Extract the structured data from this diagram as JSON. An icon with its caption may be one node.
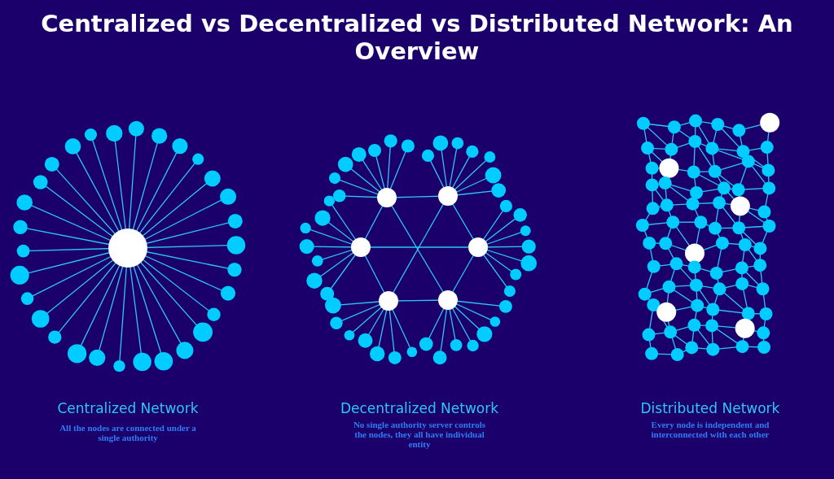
{
  "diagram": {
    "title": "Centralized vs Decentralized vs Distributed Network: An Overview",
    "labels": [
      "Centralized Network",
      "All the nodes are connected under a single authority",
      "Decentralized Network",
      "No single authority server controls the nodes, they all have individual entity",
      "Distributed Network",
      "Every node is independent and interconnected with each other"
    ]
  }
}
